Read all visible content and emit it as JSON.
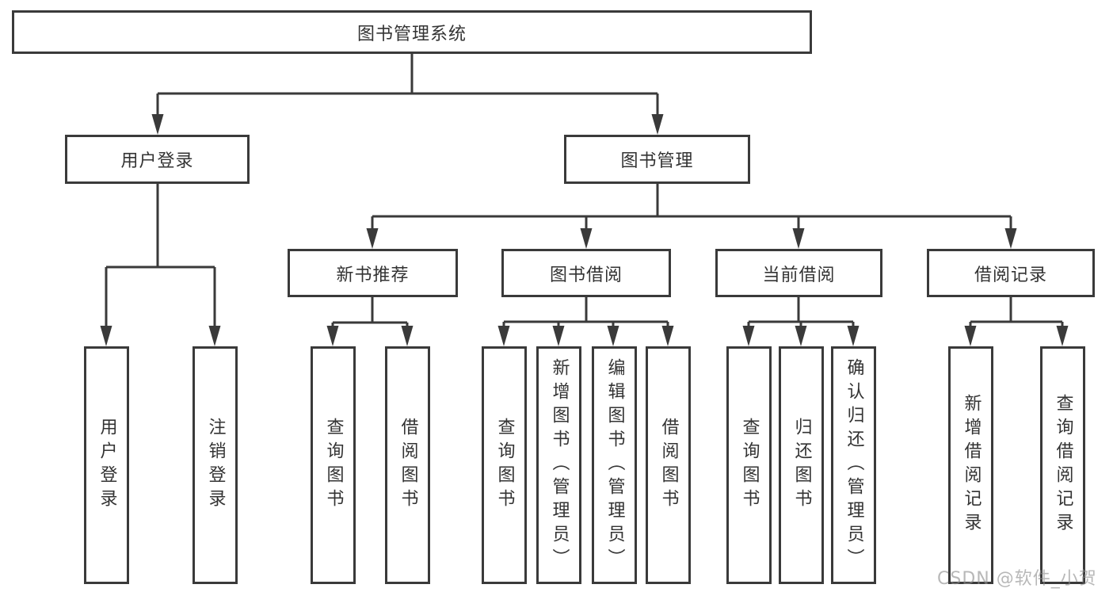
{
  "diagram": {
    "title": "图书管理系统",
    "line_color": "#3a3a3a",
    "text_color": "#333333",
    "background": "#ffffff",
    "nodes": [
      {
        "id": "library-system",
        "label": "图书管理系统",
        "level": 1,
        "parent": null
      },
      {
        "id": "user-login",
        "label": "用户登录",
        "level": 2,
        "parent": "library-system"
      },
      {
        "id": "book-management",
        "label": "图书管理",
        "level": 2,
        "parent": "library-system"
      },
      {
        "id": "new-book-recommend",
        "label": "新书推荐",
        "level": 3,
        "parent": "book-management"
      },
      {
        "id": "book-borrowing",
        "label": "图书借阅",
        "level": 3,
        "parent": "book-management"
      },
      {
        "id": "current-borrowing",
        "label": "当前借阅",
        "level": 3,
        "parent": "book-management"
      },
      {
        "id": "borrowing-records",
        "label": "借阅记录",
        "level": 3,
        "parent": "book-management"
      },
      {
        "id": "leaf-user-login",
        "label": "用户登录",
        "level": 4,
        "parent": "user-login"
      },
      {
        "id": "leaf-logout",
        "label": "注销登录",
        "level": 4,
        "parent": "user-login"
      },
      {
        "id": "leaf-query-books-1",
        "label": "查询图书",
        "level": 4,
        "parent": "new-book-recommend"
      },
      {
        "id": "leaf-borrow-books-1",
        "label": "借阅图书",
        "level": 4,
        "parent": "new-book-recommend"
      },
      {
        "id": "leaf-query-books-2",
        "label": "查询图书",
        "level": 4,
        "parent": "book-borrowing"
      },
      {
        "id": "leaf-add-books-admin",
        "label": "新增图书（管理员）",
        "level": 4,
        "parent": "book-borrowing"
      },
      {
        "id": "leaf-edit-books-admin",
        "label": "编辑图书（管理员）",
        "level": 4,
        "parent": "book-borrowing"
      },
      {
        "id": "leaf-borrow-books-2",
        "label": "借阅图书",
        "level": 4,
        "parent": "book-borrowing"
      },
      {
        "id": "leaf-query-books-3",
        "label": "查询图书",
        "level": 4,
        "parent": "current-borrowing"
      },
      {
        "id": "leaf-return-books",
        "label": "归还图书",
        "level": 4,
        "parent": "current-borrowing"
      },
      {
        "id": "leaf-confirm-return-admin",
        "label": "确认归还（管理员）",
        "level": 4,
        "parent": "current-borrowing"
      },
      {
        "id": "leaf-add-borrow-record",
        "label": "新增借阅记录",
        "level": 4,
        "parent": "borrowing-records"
      },
      {
        "id": "leaf-query-borrow-record",
        "label": "查询借阅记录",
        "level": 4,
        "parent": "borrowing-records"
      }
    ]
  },
  "watermark": {
    "text": "CSDN @软件_小贺同学",
    "color": "#8c8c8c"
  }
}
